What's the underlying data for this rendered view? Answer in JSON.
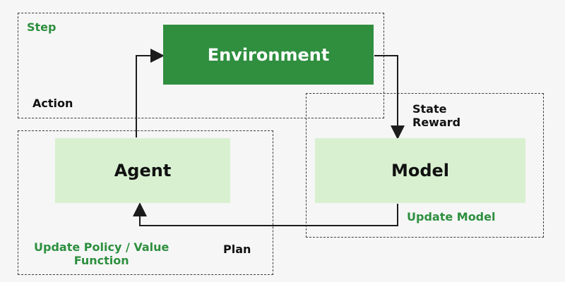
{
  "diagram": {
    "nodes": {
      "environment": "Environment",
      "agent": "Agent",
      "model": "Model"
    },
    "labels": {
      "step": "Step",
      "action": "Action",
      "state": "State",
      "reward": "Reward",
      "update_policy_line_1": "Update Policy / Value",
      "update_policy_line_2": "Function",
      "plan": "Plan",
      "update_model": "Update Model"
    },
    "colors": {
      "background": "#f6f6f6",
      "environment_fill": "#2f8f3f",
      "node_fill": "#d8f0d0",
      "green_text": "#2d8f3f",
      "dark_text": "#111111",
      "line": "#1c1c1c",
      "dashed_border": "#3d3d3d"
    }
  }
}
